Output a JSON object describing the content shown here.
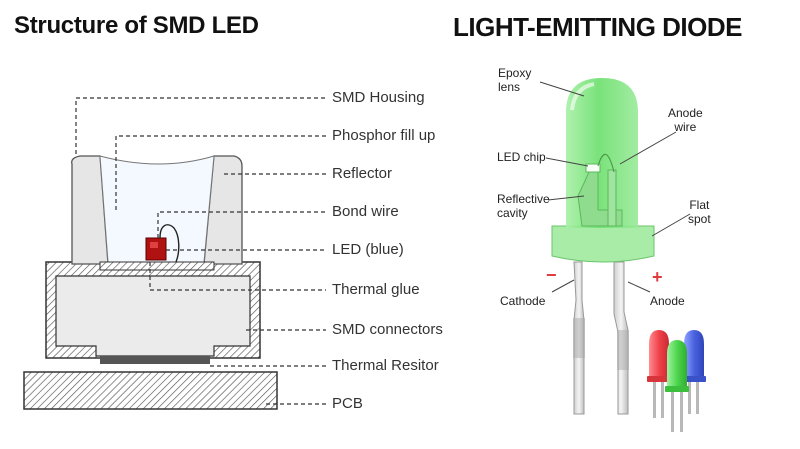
{
  "smd": {
    "title": "Structure of SMD LED",
    "labels": [
      {
        "key": "housing",
        "text": "SMD Housing"
      },
      {
        "key": "phosphor",
        "text": "Phosphor fill up"
      },
      {
        "key": "reflector",
        "text": "Reflector"
      },
      {
        "key": "bond",
        "text": "Bond wire"
      },
      {
        "key": "led",
        "text": "LED (blue)"
      },
      {
        "key": "glue",
        "text": "Thermal glue"
      },
      {
        "key": "connectors",
        "text": "SMD connectors"
      },
      {
        "key": "resistor",
        "text": "Thermal Resitor"
      },
      {
        "key": "pcb",
        "text": "PCB"
      }
    ]
  },
  "led": {
    "title": "LIGHT-EMITTING DIODE",
    "labels": {
      "epoxy": "Epoxy\nlens",
      "anode_wire": "Anode\nwire",
      "chip": "LED chip",
      "cavity": "Reflective\ncavity",
      "flat": "Flat\nspot",
      "cathode": "Cathode",
      "anode": "Anode"
    },
    "signs": {
      "minus": "−",
      "plus": "+"
    }
  },
  "colors": {
    "led_green": "#7ee37e",
    "smd_housing": "#e6e6e6",
    "red_led": "#f0414a",
    "green_led": "#4fd64f",
    "blue_led": "#4a63e0",
    "polarity": "#e0393e"
  }
}
